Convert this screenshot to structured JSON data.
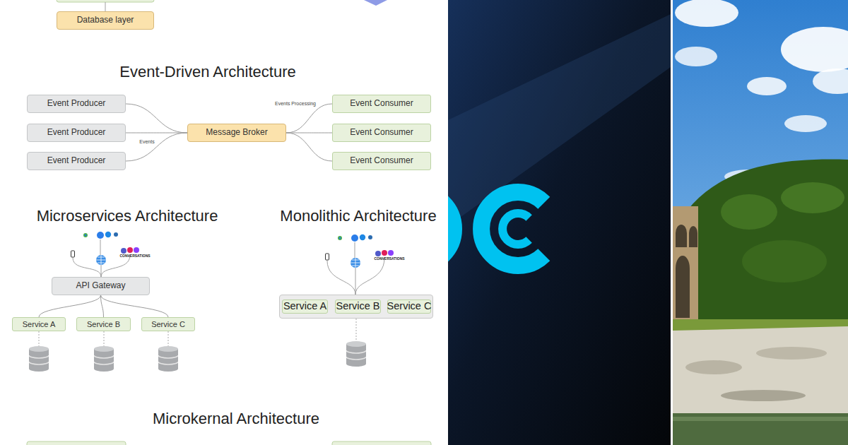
{
  "diagram": {
    "nodes": [
      {
        "text": [
          "Database layer"
        ]
      },
      {
        "text": [
          "Event Producer"
        ]
      },
      {
        "text": [
          "Event Producer"
        ]
      },
      {
        "text": [
          "Event Producer"
        ]
      },
      {
        "text": [
          "Message Broker"
        ]
      },
      {
        "text": [
          "Event Consumer"
        ]
      },
      {
        "text": [
          "Event Consumer"
        ]
      },
      {
        "text": [
          "Event Consumer"
        ]
      },
      {
        "text": [
          "API Gateway"
        ]
      },
      {
        "text": [
          "Service A"
        ]
      },
      {
        "text": [
          "Service B"
        ]
      },
      {
        "text": [
          "Service C"
        ]
      },
      {
        "text": []
      },
      {
        "text": [
          "Service A"
        ],
        "in": 12
      },
      {
        "text": [
          "Service B"
        ],
        "in": 12
      },
      {
        "text": [
          "Service C"
        ],
        "in": 12
      }
    ],
    "edges": [
      {
        "from": 1,
        "to": 4,
        "arrow": "none"
      },
      {
        "from": 2,
        "to": 4,
        "arrow": "none"
      },
      {
        "from": 3,
        "to": 4,
        "label": "Events",
        "arrow": "none"
      },
      {
        "from": 4,
        "to": 5,
        "label": "Events Processing",
        "arrow": "none"
      },
      {
        "from": 4,
        "to": 6,
        "arrow": "none"
      },
      {
        "from": 4,
        "to": 7,
        "arrow": "none"
      },
      {
        "from": 8,
        "to": 9,
        "arrow": "none"
      },
      {
        "from": 8,
        "to": 10,
        "arrow": "none"
      },
      {
        "from": 8,
        "to": 11,
        "arrow": "none"
      }
    ],
    "labels": [
      "Event-Driven Architecture",
      "Microservices Architecture",
      "Monolithic Architecture",
      "CONVERSATIONS",
      "CONVERSATIONS",
      "Microkernal Architecture"
    ]
  }
}
